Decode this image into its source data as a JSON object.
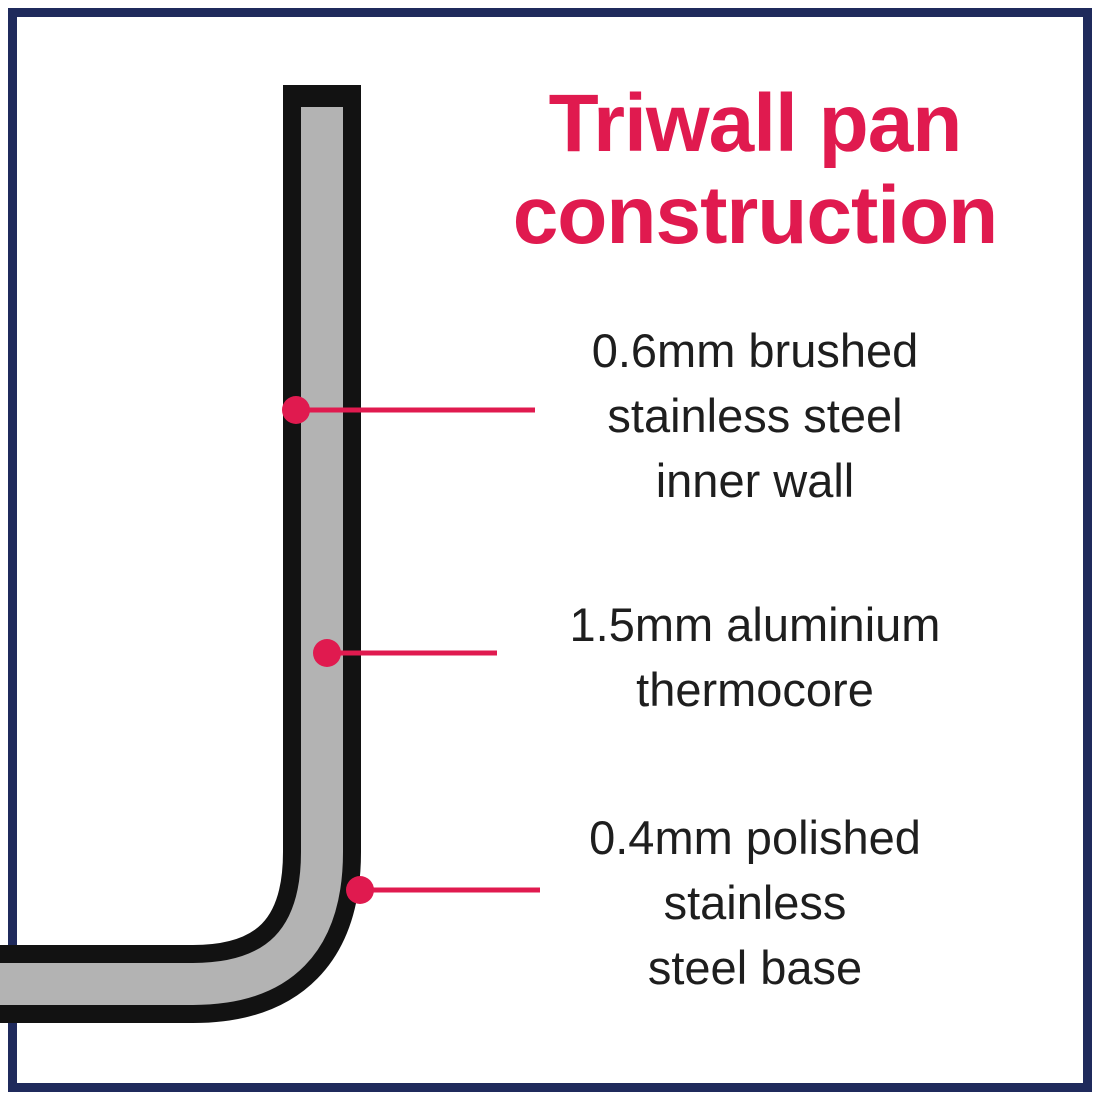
{
  "title": {
    "line1": "Triwall pan",
    "line2": "construction"
  },
  "labels": [
    {
      "id": "inner-wall",
      "lines": [
        "0.6mm brushed",
        "stainless steel",
        "inner wall"
      ]
    },
    {
      "id": "thermocore",
      "lines": [
        "1.5mm aluminium",
        "thermocore"
      ]
    },
    {
      "id": "base",
      "lines": [
        "0.4mm polished",
        "stainless",
        "steel base"
      ]
    }
  ],
  "colors": {
    "accent": "#e01a4f",
    "frame_navy": "#1f2a5c",
    "steel_outline": "#121212",
    "aluminium_core": "#b3b3b3",
    "text": "#1e1e1e",
    "background": "#ffffff"
  }
}
